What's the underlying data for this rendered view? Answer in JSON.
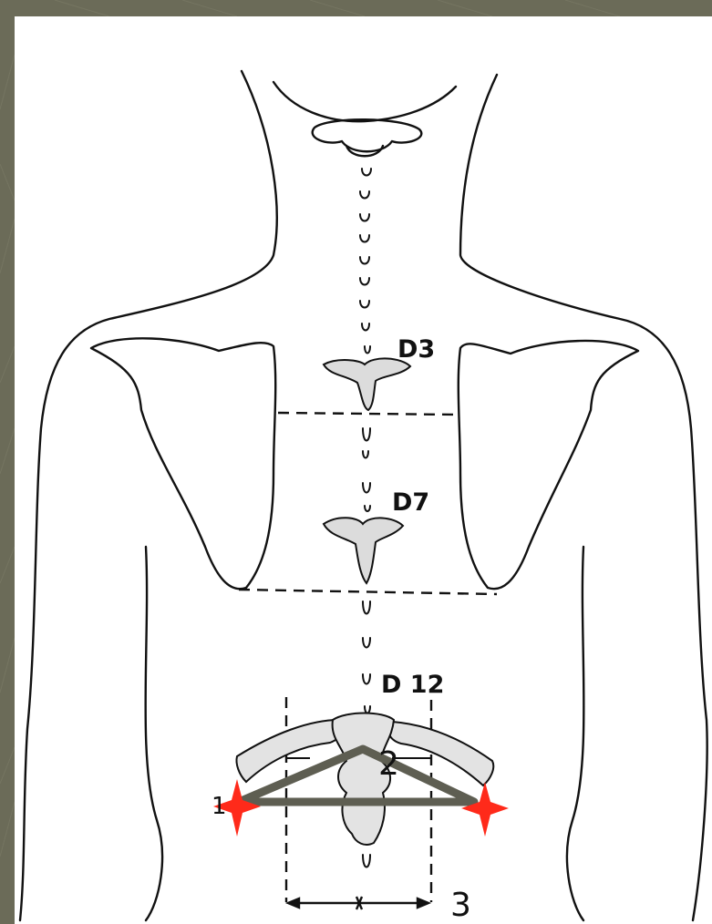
{
  "vertebra_labels": {
    "d3": "D3",
    "d7": "D7",
    "d12": "D 12"
  },
  "markers": {
    "left_point": "1",
    "apex_point": "2",
    "width_label": "3"
  },
  "colors": {
    "frame": "#6b6b58",
    "triangle": "#5e5e52",
    "star": "#ff2a1a",
    "bone_fill": "#dcdcdc",
    "ink": "#111111"
  }
}
